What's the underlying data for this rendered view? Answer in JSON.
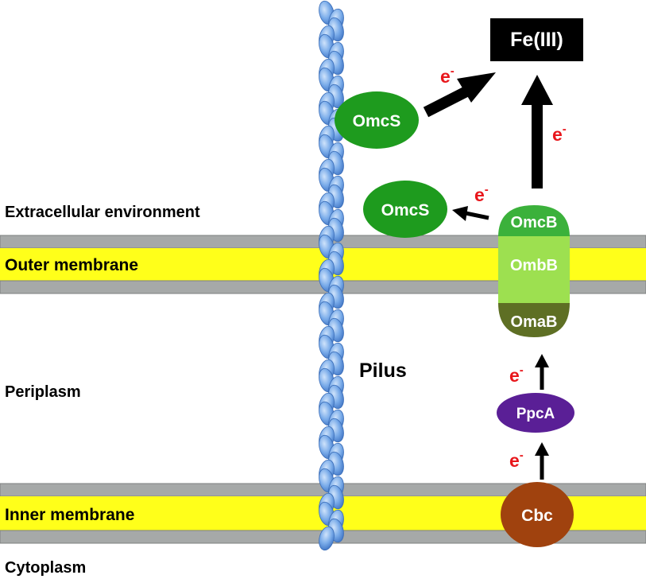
{
  "regions": {
    "extracellular": "Extracellular environment",
    "outer_membrane": "Outer membrane",
    "periplasm": "Periplasm",
    "inner_membrane": "Inner membrane",
    "cytoplasm": "Cytoplasm"
  },
  "pilus": {
    "label": "Pilus"
  },
  "proteins": {
    "omcs_upper": "OmcS",
    "omcs_lower": "OmcS",
    "omcb": "OmcB",
    "ombb": "OmbB",
    "omab": "OmaB",
    "ppca": "PpcA",
    "cbc": "Cbc"
  },
  "acceptor": {
    "label": "Fe(III)"
  },
  "electron": {
    "symbol": "e",
    "charge": "-"
  },
  "colors": {
    "membrane_yellow": "#ffff1a",
    "membrane_gray": "#a6a9a8",
    "omcs_green": "#1e9b1e",
    "omcb_green": "#3bb13b",
    "ombb_green": "#9de050",
    "omab_green": "#5e6f24",
    "ppca_purple": "#5a1f96",
    "cbc_brown": "#a0420e",
    "pilus_blue": "#6fa4e6",
    "electron_red": "#e8161b",
    "acceptor_black": "#000000"
  }
}
